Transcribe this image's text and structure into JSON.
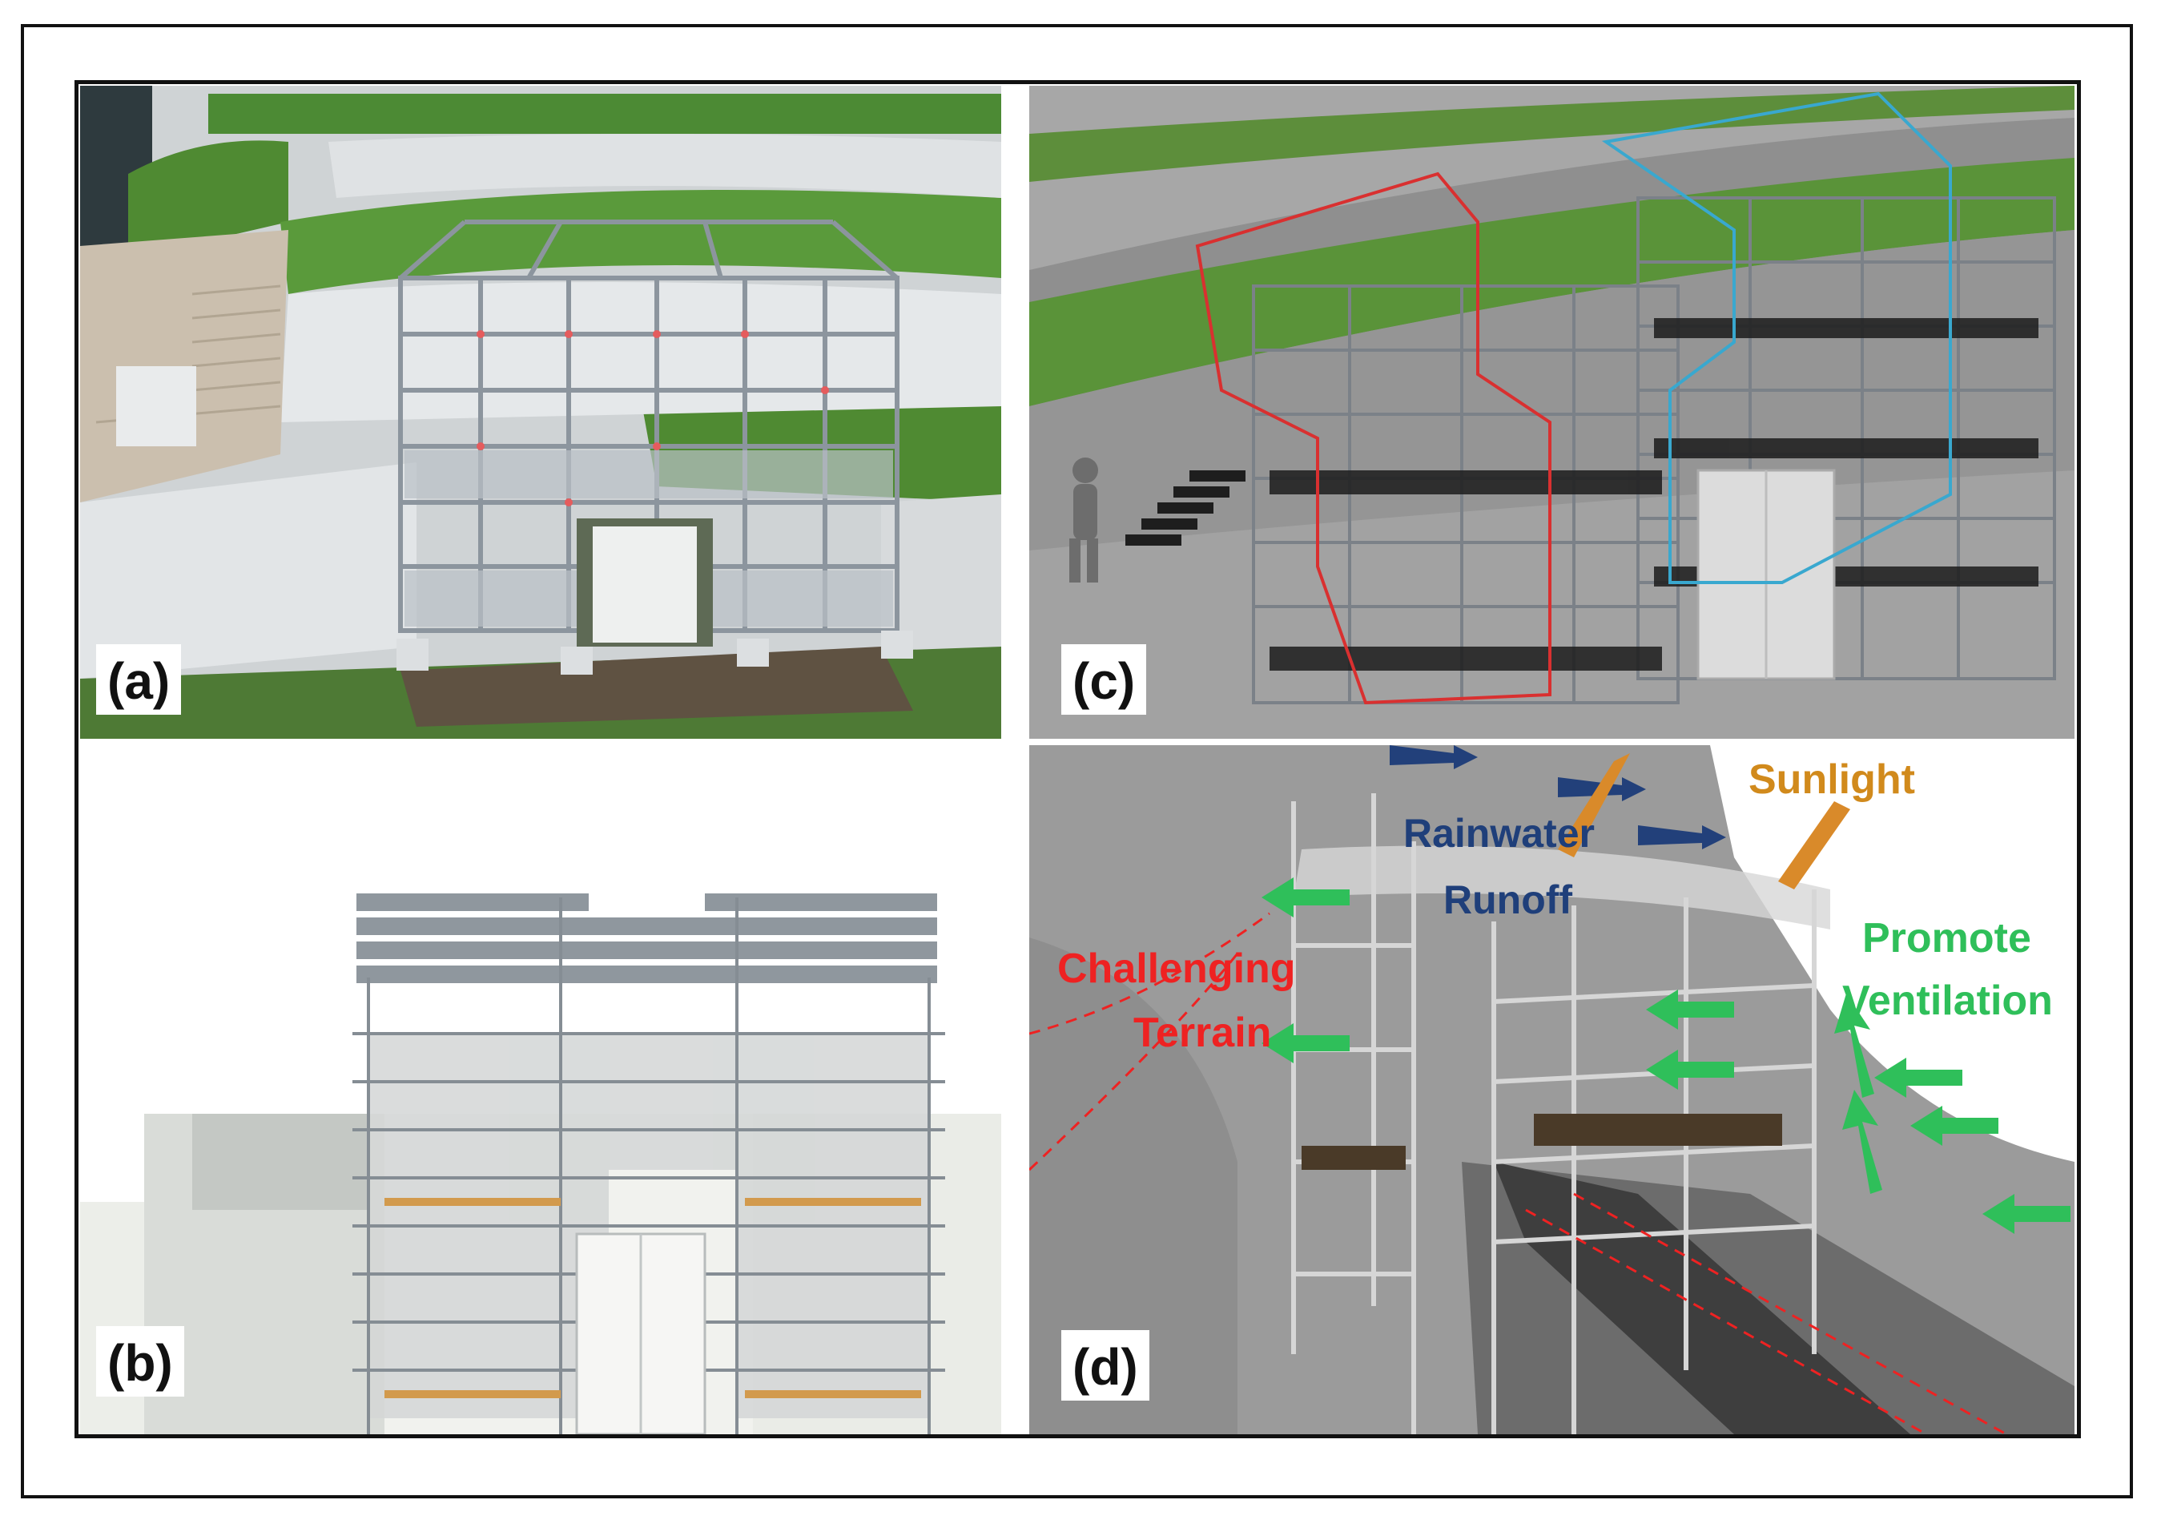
{
  "figure": {
    "panels": [
      {
        "id": "a",
        "label": "(a)"
      },
      {
        "id": "b",
        "label": "(b)"
      },
      {
        "id": "c",
        "label": "(c)"
      },
      {
        "id": "d",
        "label": "(d)"
      }
    ],
    "annotations": {
      "sunlight": "Sunlight",
      "rainwater_line1": "Rainwater",
      "rainwater_line2": "Runoff",
      "ventilation_line1": "Promote",
      "ventilation_line2": "Ventilation",
      "terrain_line1": "Challenging",
      "terrain_line2": "Terrain"
    },
    "colors": {
      "sunlight": "#d18a1c",
      "rainwater": "#1f3f7a",
      "ventilation": "#2fbf5a",
      "terrain": "#ee2222",
      "outline_red": "#d93030",
      "outline_blue": "#39a8cf",
      "hedge": "#4f8a32",
      "scaffold": "#9aa3ad"
    }
  }
}
